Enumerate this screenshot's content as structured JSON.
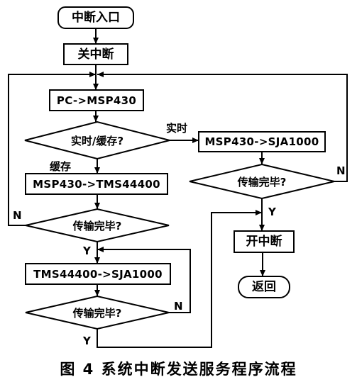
{
  "nodes": {
    "entry": "中断入口",
    "disable": "关中断",
    "pc_to_msp": "PC->MSP430",
    "decision_mode": "实时/缓存?",
    "msp_to_sja": "MSP430->SJA1000",
    "msp_to_tms": "MSP430->TMS44400",
    "decision_done_right": "传输完毕?",
    "decision_done_left": "传输完毕?",
    "enable": "开中断",
    "tms_to_sja": "TMS44400->SJA1000",
    "decision_done_bottom": "传输完毕?",
    "return": "返回"
  },
  "edges": {
    "realtime": "实时",
    "cache": "缓存",
    "no": "N",
    "yes": "Y"
  },
  "caption": "图 4 系统中断发送服务程序流程"
}
